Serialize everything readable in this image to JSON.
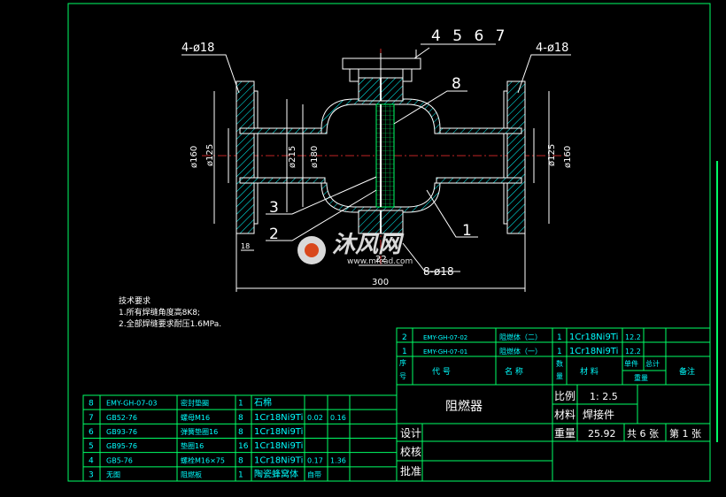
{
  "drawing": {
    "callouts": {
      "holes_left": "4-ø18",
      "holes_right": "4-ø18",
      "bolt_parts": "4 5 6 7",
      "part8": "8",
      "part3": "3",
      "part2": "2",
      "part1": "1",
      "holes_bottom": "8-ø18"
    },
    "dims": {
      "left_outer": "ø160",
      "left_inner": "ø125",
      "center_outer": "ø215",
      "center_inner": "ø180",
      "right_inner": "ø125",
      "right_outer": "ø160",
      "dim_22": "22",
      "dim_300": "300",
      "dim_18": "18"
    }
  },
  "notes": {
    "title": "技术要求",
    "line1": "1.所有焊缝角度高8K8;",
    "line2": "2.全部焊缝要求耐压1.6MPa."
  },
  "bom_upper": {
    "rows": [
      {
        "no": "2",
        "code": "EMY-GH-07-02",
        "name": "阻燃体（二）",
        "qty": "1",
        "material": "1Cr18Ni9Ti",
        "unit": "12.2",
        "total": "",
        "note": ""
      },
      {
        "no": "1",
        "code": "EMY-GH-07-01",
        "name": "阻燃体（一）",
        "qty": "1",
        "material": "1Cr18Ni9Ti",
        "unit": "12.2",
        "total": "",
        "note": ""
      }
    ],
    "header": {
      "no": "序号",
      "code": "代  号",
      "name": "名  称",
      "qty": "数量",
      "material": "材  料",
      "unit": "单件",
      "total": "总计",
      "weight": "重量",
      "note": "备注"
    }
  },
  "bom_lower": {
    "rows": [
      {
        "no": "8",
        "code": "EMY-GH-07-03",
        "name": "密封垫圈",
        "qty": "1",
        "material": "石棉",
        "unit": "",
        "total": ""
      },
      {
        "no": "7",
        "code": "GB52-76",
        "name": "螺母M16",
        "qty": "8",
        "material": "1Cr18Ni9Ti",
        "unit": "0.02",
        "total": "0.16"
      },
      {
        "no": "6",
        "code": "GB93-76",
        "name": "弹簧垫圈16",
        "qty": "8",
        "material": "1Cr18Ni9Ti",
        "unit": "",
        "total": ""
      },
      {
        "no": "5",
        "code": "GB95-76",
        "name": "垫圈16",
        "qty": "16",
        "material": "1Cr18Ni9Ti",
        "unit": "",
        "total": ""
      },
      {
        "no": "4",
        "code": "GB5-76",
        "name": "螺栓M16×75",
        "qty": "8",
        "material": "1Cr18Ni9Ti",
        "unit": "0.17",
        "total": "1.36"
      },
      {
        "no": "3",
        "code": "无图",
        "name": "阻燃板",
        "qty": "1",
        "material": "陶瓷蜂窝体",
        "unit": "自带",
        "total": ""
      }
    ]
  },
  "title_block": {
    "name": "阻燃器",
    "scale_label": "比例",
    "scale_value": "1: 2.5",
    "material_label": "材料",
    "material_value": "焊接件",
    "weight_label": "重量",
    "weight_value": "25.92",
    "sheets_total": "共 6 张",
    "sheet_no": "第 1 张",
    "design": "设计",
    "check": "校核",
    "approve": "批准"
  },
  "watermark": {
    "brand": "沐风网",
    "url": "www.mfcad.com"
  },
  "colors": {
    "background": "#000000",
    "frame": "#00ff66",
    "outline": "#ffffff",
    "text": "#00ffff",
    "centerline": "#ff3030"
  }
}
